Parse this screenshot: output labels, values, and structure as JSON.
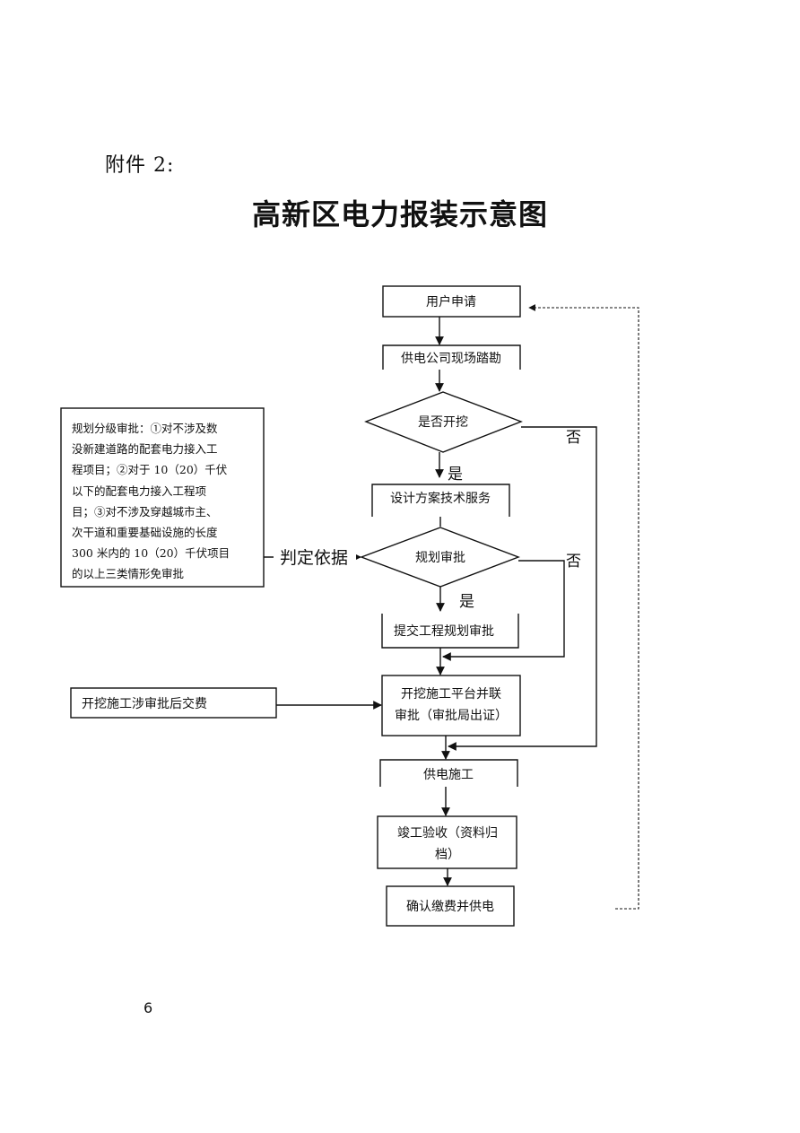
{
  "document": {
    "attachment_label": "附件 2:",
    "title": "高新区电力报装示意图",
    "page_number": "6"
  },
  "flowchart": {
    "nodes": {
      "apply": "用户申请",
      "survey": "供电公司现场踏勘",
      "excavate": "是否开挖",
      "design": "设计方案技术服务",
      "planning": "规划审批",
      "submit": "提交工程规划审批",
      "parallel_line1": "开挖施工平台并联",
      "parallel_line2": "审批（审批局出证）",
      "construction": "供电施工",
      "acceptance_line1": "竣工验收（资料归",
      "acceptance_line2": "档）",
      "confirm": "确认缴费并供电"
    },
    "edge_labels": {
      "excavate_yes": "是",
      "excavate_no": "否",
      "planning_yes": "是",
      "planning_no": "否"
    },
    "side_notes": {
      "planning_note": [
        "规划分级审批：①对不涉及数",
        "没新建道路的配套电力接入工",
        "程项目；②对于 10（20）千伏",
        "以下的配套电力接入工程项",
        "目；③对不涉及穿越城市主、",
        "次干道和重要基础设施的长度",
        "300 米内的 10（20）千伏项目",
        "的以上三类情形免审批"
      ],
      "basis_label": "判定依据",
      "fee_note": "开挖施工涉审批后交费"
    }
  }
}
